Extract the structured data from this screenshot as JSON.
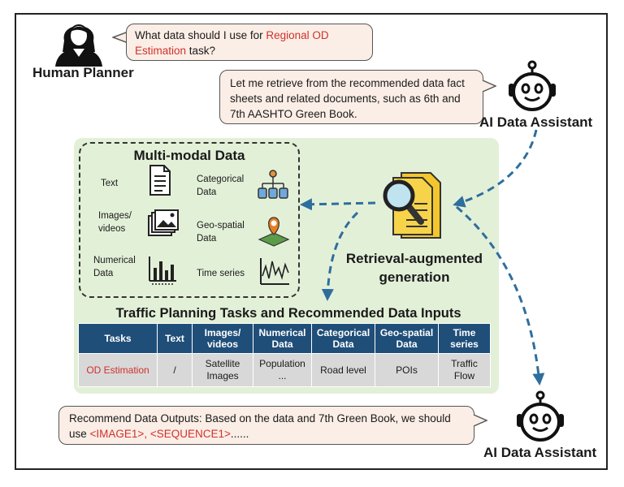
{
  "human": {
    "role": "Human Planner",
    "question_before": "What data should I use for ",
    "question_highlight": "Regional OD Estimation",
    "question_after": " task?"
  },
  "assistant_top": {
    "role": "AI Data Assistant",
    "message": "Let me retrieve from the recommended data fact sheets and related documents, such as 6th and 7th AASHTO Green Book."
  },
  "multimodal": {
    "title": "Multi-modal Data",
    "items": [
      {
        "label": "Text",
        "icon": "document-icon"
      },
      {
        "label": "Categorical Data",
        "icon": "hierarchy-icon"
      },
      {
        "label": "Images/ videos",
        "icon": "images-icon"
      },
      {
        "label": "Geo-spatial Data",
        "icon": "map-pin-icon"
      },
      {
        "label": "Numerical Data",
        "icon": "bar-chart-icon"
      },
      {
        "label": "Time series",
        "icon": "line-chart-icon"
      }
    ]
  },
  "rag": {
    "line1": "Retrieval-augmented",
    "line2": "generation",
    "icon": "magnifier-documents-icon"
  },
  "table": {
    "title": "Traffic Planning Tasks and Recommended Data Inputs",
    "headers": [
      "Tasks",
      "Text",
      "Images/ videos",
      "Numerical Data",
      "Categorical Data",
      "Geo-spatial Data",
      "Time series"
    ],
    "row": [
      "OD Estimation",
      "/",
      "Satellite Images",
      "Population ...",
      "Road level",
      "POIs",
      "Traffic Flow"
    ]
  },
  "assistant_bottom": {
    "role": "AI Data Assistant",
    "message_before": "Recommend Data Outputs: Based on the data and 7th Green Book, we should use ",
    "message_highlight": "<IMAGE1>, <SEQUENCE1>",
    "message_after": "......"
  },
  "colors": {
    "accent_red": "#d0312d",
    "header_blue": "#1f4e79",
    "panel_green": "#e3f0d8",
    "arrow_blue": "#2e6e9e",
    "bubble_fill": "#fbeee6"
  }
}
